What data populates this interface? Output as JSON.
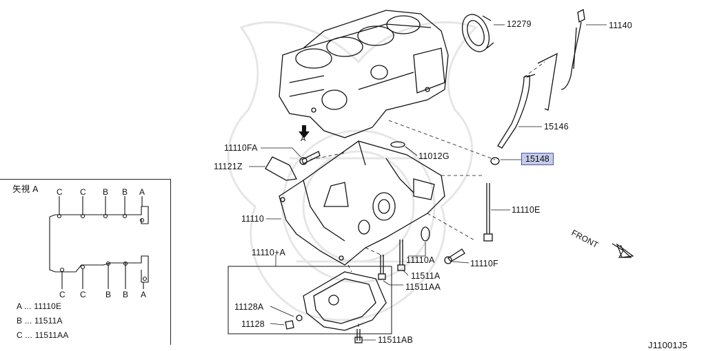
{
  "labels": {
    "p12279": "12279",
    "p11140": "11140",
    "p15146": "15146",
    "p15148": "15148",
    "p11012g": "11012G",
    "p11110fa": "11110FA",
    "p11121z": "11121Z",
    "p11110": "11110",
    "p11110e": "11110E",
    "p11110a": "11110A",
    "p11110f": "11110F",
    "p11511a": "11511A",
    "p11511aa": "11511AA",
    "p11110plusa": "11110+A",
    "p11128a": "11128A",
    "p11128": "11128",
    "p11511ab": "11511AB",
    "view_marker": "A",
    "front": "FRONT",
    "diagram_code": "J11001J5"
  },
  "inset": {
    "title": "矢視 A",
    "top_letters": [
      "C",
      "C",
      "B",
      "B",
      "A"
    ],
    "bottom_letters": [
      "C",
      "C",
      "B",
      "B",
      "A"
    ],
    "legend": [
      {
        "key": "A",
        "part": "11110E"
      },
      {
        "key": "B",
        "part": "11511A"
      },
      {
        "key": "C",
        "part": "11511AA"
      }
    ],
    "legend_sep": "..."
  },
  "colors": {
    "highlight_fill": "#c5cbe8",
    "highlight_border": "#4a56a6",
    "ink": "#111111",
    "watermark": "#e6e6e6"
  }
}
